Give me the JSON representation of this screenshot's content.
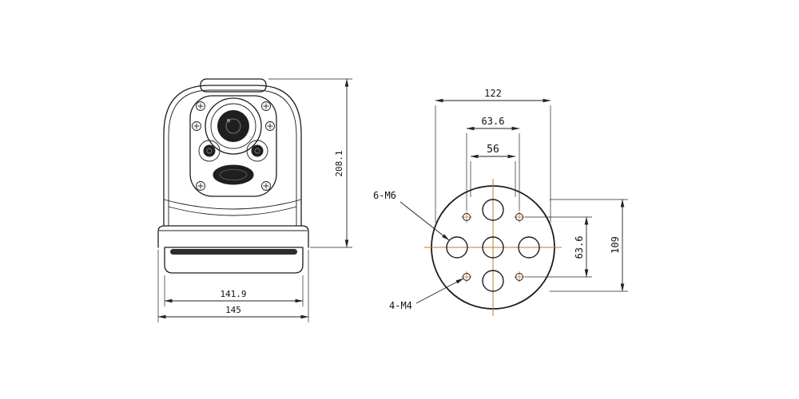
{
  "colors": {
    "outline": "#1c1c1c",
    "dimension": "#222222",
    "centerline": "#c8792b"
  },
  "front_view": {
    "dim_height": "208.1",
    "dim_plate_width": "141.9",
    "dim_base_width": "145"
  },
  "plate_view": {
    "dim_width": "122",
    "dim_hole_span_h": "63.6",
    "dim_center_span": "56",
    "dim_hole_span_v": "63.6",
    "dim_height": "109",
    "label_m6": "6-M6",
    "label_m4": "4-M4"
  }
}
